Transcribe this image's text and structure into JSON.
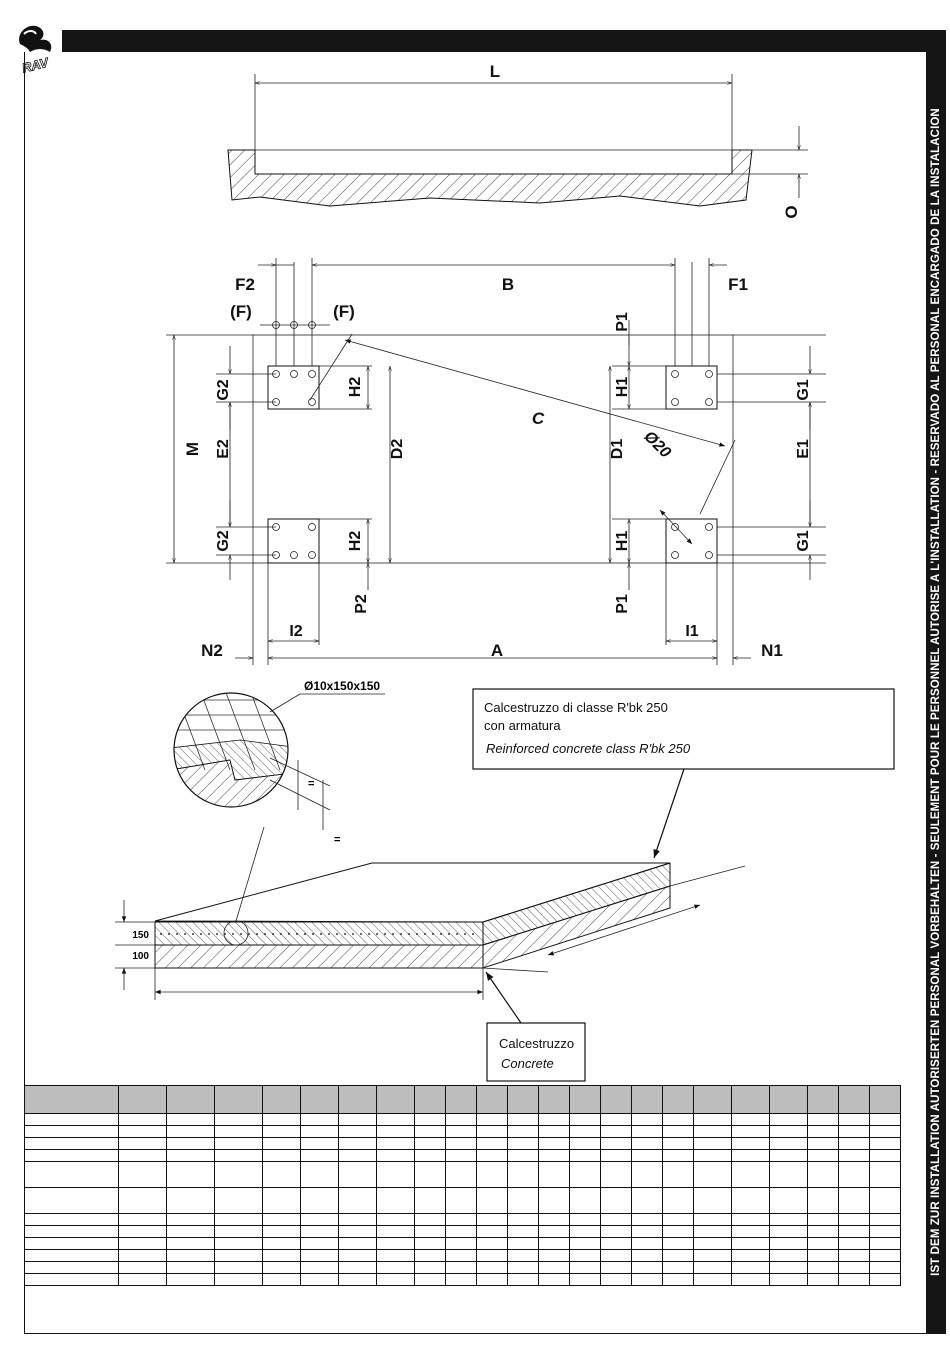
{
  "header": {
    "logo_text": "RAV",
    "sidebar_text": "IST DEM ZUR INSTALLATION AUTORISERTEN PERSONAL VORBEHALTEN - SEULEMENT POUR LE PERSONNEL AUTORISE A L'INSTALLATION - RESERVADO AL PERSONAL ENCARGADO DE LA INSTALACION"
  },
  "section_view": {
    "length_label": "L",
    "depth_label": "O"
  },
  "plan_view": {
    "dimension_labels": {
      "F2": "F2",
      "B": "B",
      "F1": "F1",
      "F_left": "(F)",
      "F_right": "(F)",
      "P1_top": "P1",
      "H1_top": "H1",
      "G1_top": "G1",
      "G2_top": "G2",
      "H2_top": "H2",
      "M": "M",
      "E2": "E2",
      "D2": "D2",
      "C": "C",
      "D1": "D1",
      "E1": "E1",
      "diameter": "Ø20",
      "G2_bottom": "G2",
      "H2_bottom": "H2",
      "H1_bottom": "H1",
      "G1_bottom": "G1",
      "I2": "I2",
      "P2": "P2",
      "P1_bottom": "P1",
      "I1": "I1",
      "N2": "N2",
      "A": "A",
      "N1": "N1"
    }
  },
  "slab_view": {
    "mesh_label": "Ø10x150x150",
    "equal_top": "=",
    "equal_bottom": "=",
    "thickness_top": "150",
    "thickness_bottom": "100",
    "callout_reinforced": {
      "line1": "Calcestruzzo di classe R'bk 250",
      "line2": "con armatura",
      "line3": "Reinforced concrete class R'bk 250"
    },
    "callout_concrete": {
      "line1": "Calcestruzzo",
      "line2": "Concrete"
    }
  },
  "spec_table": {
    "column_count": 23,
    "row_count": 13
  }
}
